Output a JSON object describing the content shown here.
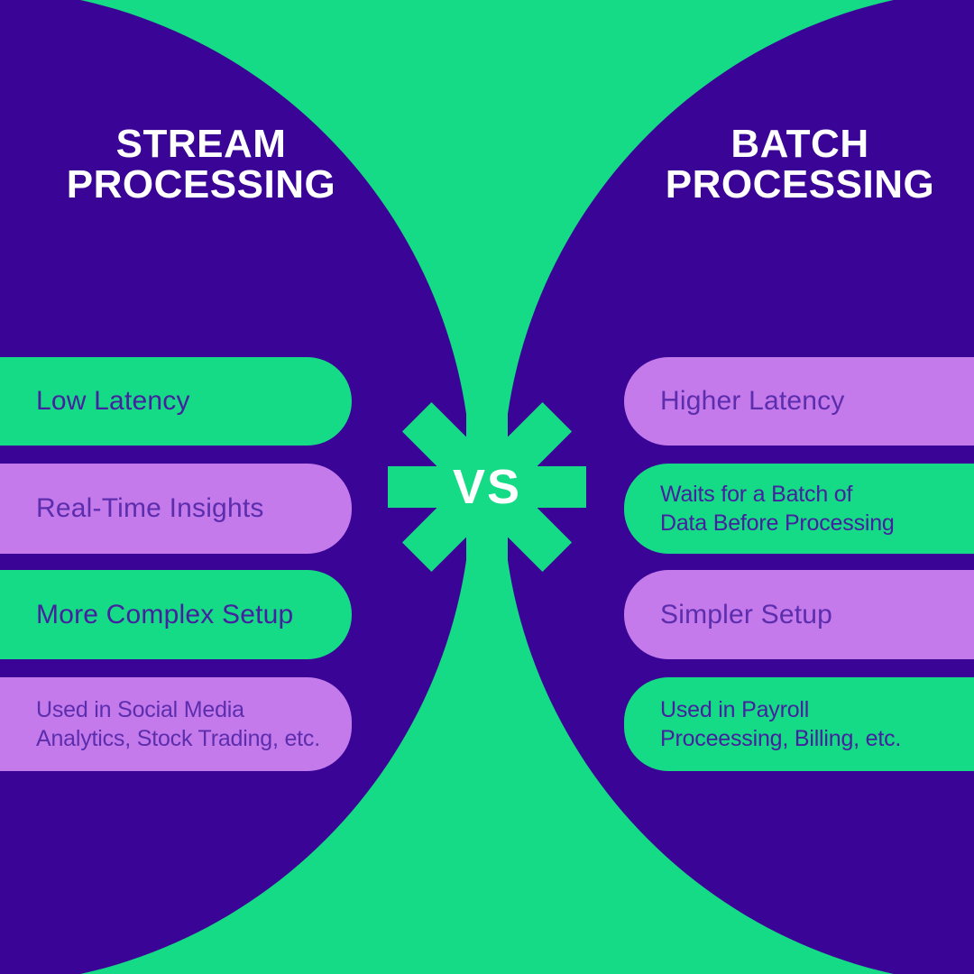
{
  "page": {
    "background_color": "#16DB86",
    "circle_color": "#3A0596",
    "title_color": "#FFFFFF"
  },
  "left_panel": {
    "title": "STREAM\nPROCESSING",
    "pills": [
      {
        "text": "Low Latency",
        "bg_color": "#16DB86",
        "text_color": "#44219E"
      },
      {
        "text": "Real-Time Insights",
        "bg_color": "#C57AEB",
        "text_color": "#5C2DAD"
      },
      {
        "text": "More Complex Setup",
        "bg_color": "#16DB86",
        "text_color": "#44219E"
      },
      {
        "text": "Used in Social Media\nAnalytics, Stock Trading, etc.",
        "bg_color": "#C57AEB",
        "text_color": "#5C2DAD"
      }
    ]
  },
  "right_panel": {
    "title": "BATCH\nPROCESSING",
    "pills": [
      {
        "text": "Higher Latency",
        "bg_color": "#C57AEB",
        "text_color": "#5C2DAD"
      },
      {
        "text": "Waits for a Batch of\nData Before Processing",
        "bg_color": "#16DB86",
        "text_color": "#44219E"
      },
      {
        "text": "Simpler Setup",
        "bg_color": "#C57AEB",
        "text_color": "#5C2DAD"
      },
      {
        "text": "Used in Payroll\nProceessing, Billing, etc.",
        "bg_color": "#16DB86",
        "text_color": "#44219E"
      }
    ]
  },
  "center": {
    "vs_label": "VS",
    "asterisk_color": "#16DB86",
    "vs_color": "#FFFFFF"
  }
}
